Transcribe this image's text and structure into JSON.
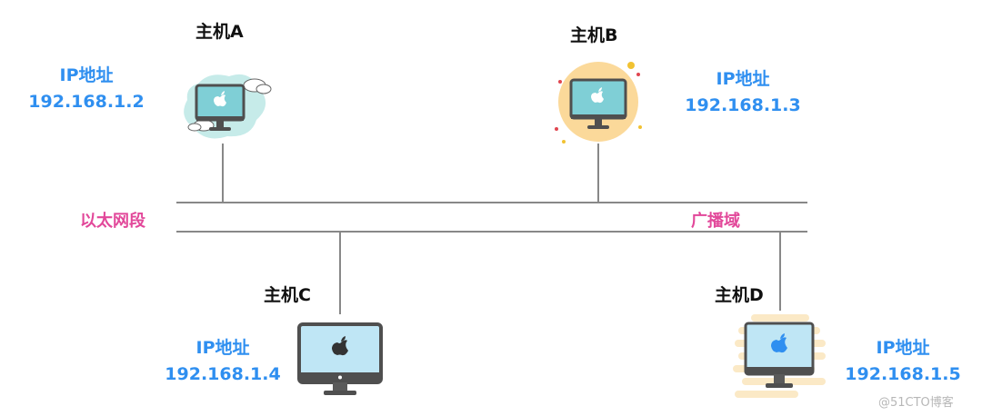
{
  "hosts": [
    {
      "name": "主机A",
      "ip_label": "IP地址",
      "ip": "192.168.1.2"
    },
    {
      "name": "主机B",
      "ip_label": "IP地址",
      "ip": "192.168.1.3"
    },
    {
      "name": "主机C",
      "ip_label": "IP地址",
      "ip": "192.168.1.4"
    },
    {
      "name": "主机D",
      "ip_label": "IP地址",
      "ip": "192.168.1.5"
    }
  ],
  "segments": {
    "ethernet": "以太网段",
    "broadcast": "广播域"
  },
  "watermark": "@51CTO博客",
  "colors": {
    "host_text": "#111111",
    "ip_text": "#2f8ff0",
    "segment_text": "#e2489a",
    "line": "#888888"
  }
}
